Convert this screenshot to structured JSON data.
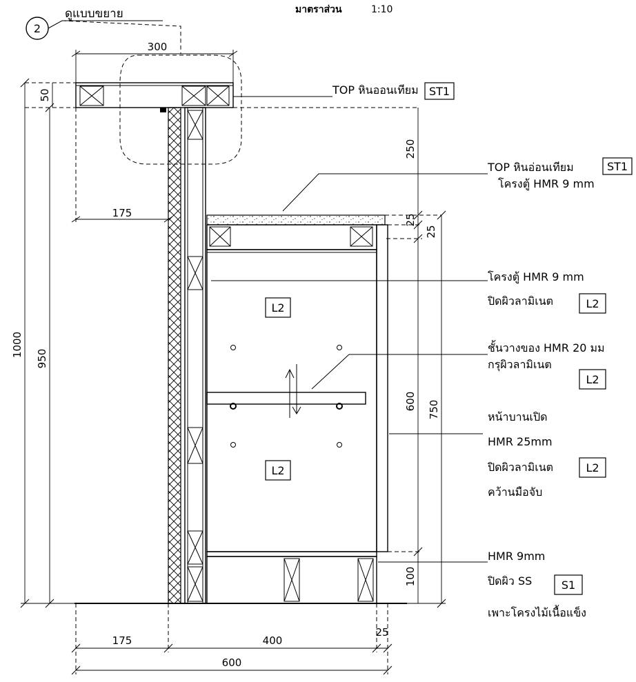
{
  "header": {
    "scale_label": "มาตราส่วน",
    "scale_value": "1:10",
    "detail_number": "2",
    "detail_label": "ดูแบบขยาย"
  },
  "dimensions": {
    "top_width": "300",
    "top_thick": "50",
    "gap_upper": "250",
    "overhang_left": "175",
    "top2_thick": "25",
    "apron": "25",
    "carcass_height": "600",
    "counter_height": "750",
    "total_height": "1000",
    "upper_height": "950",
    "plinth": "100",
    "bottom_left": "175",
    "bottom_body": "400",
    "bottom_door": "25",
    "bottom_total": "600"
  },
  "panel_tags": {
    "upper_panel": "L2",
    "lower_panel": "L2"
  },
  "callouts": {
    "top_bar": {
      "text": "TOP หินออนเทียม",
      "tag": "ST1"
    },
    "counter_top": {
      "line1": "TOP หินอ่อนเทียม",
      "tag": "ST1",
      "line2": "โครงตู้ HMR 9 mm"
    },
    "carcass": {
      "line1": "โครงตู้ HMR 9 mm",
      "line2": "ปิดผิวลามิเนต",
      "tag": "L2"
    },
    "shelf": {
      "line1": "ชั้นวางของ HMR 20 มม",
      "line2": "กรุผิวลามิเนต",
      "tag": "L2"
    },
    "door": {
      "line1": "หน้าบานเปิด",
      "line2": "HMR 25mm",
      "line3": "ปิดผิวลามิเนต",
      "tag": "L2",
      "line4": "คว้านมือจับ"
    },
    "plinth": {
      "line1": "HMR 9mm",
      "line2": "ปิดผิว SS",
      "tag": "S1",
      "line3": "เพาะโครงไม้เนื้อแข็ง"
    }
  }
}
